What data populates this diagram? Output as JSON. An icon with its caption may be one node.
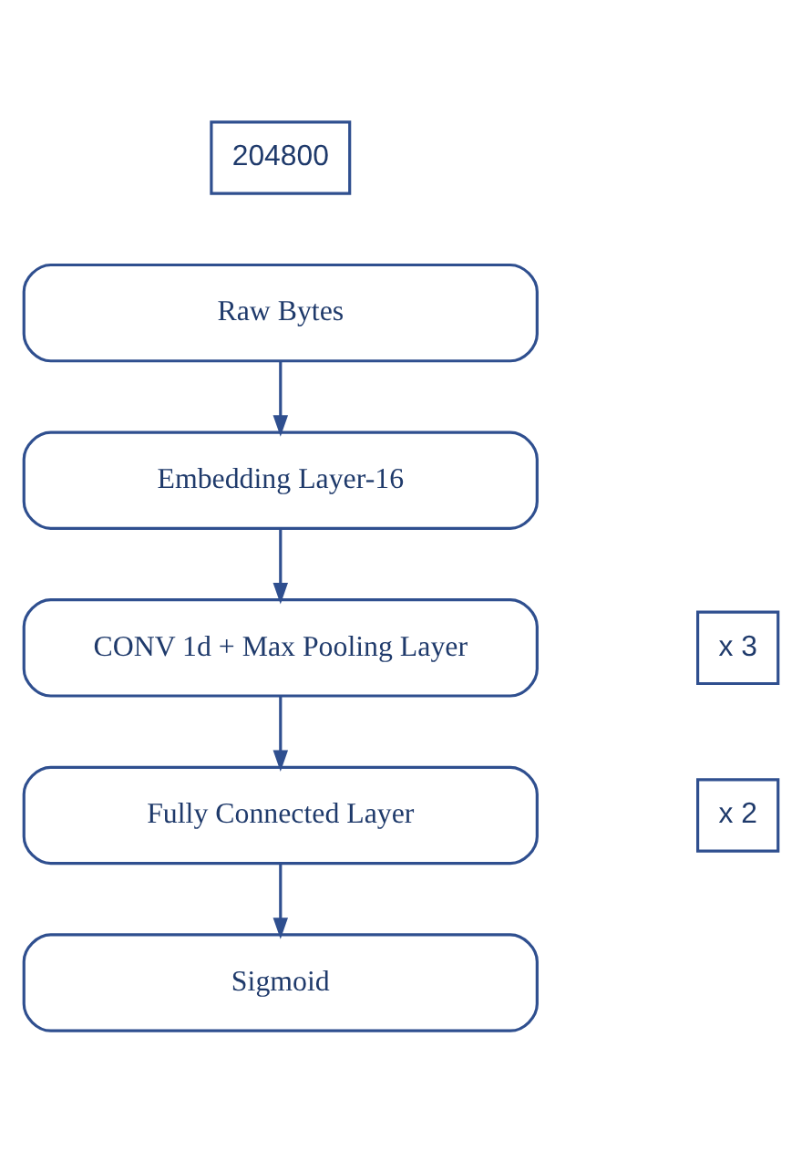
{
  "diagram": {
    "nodes": [
      {
        "text": [
          "204800"
        ]
      },
      {
        "text": [
          "Raw Bytes"
        ]
      },
      {
        "text": [
          "Embedding Layer-16"
        ]
      },
      {
        "text": [
          "CONV 1d + Max Pooling Layer"
        ]
      },
      {
        "text": [
          "x 3"
        ]
      },
      {
        "text": [
          "Fully Connected Layer"
        ]
      },
      {
        "text": [
          "x 2"
        ]
      },
      {
        "text": [
          "Sigmoid"
        ]
      }
    ],
    "edges": [
      {
        "from": 1,
        "to": 2,
        "arrow": "to"
      },
      {
        "from": 2,
        "to": 3,
        "arrow": "to"
      },
      {
        "from": 3,
        "to": 5,
        "arrow": "to"
      },
      {
        "from": 5,
        "to": 7,
        "arrow": "to"
      }
    ]
  }
}
